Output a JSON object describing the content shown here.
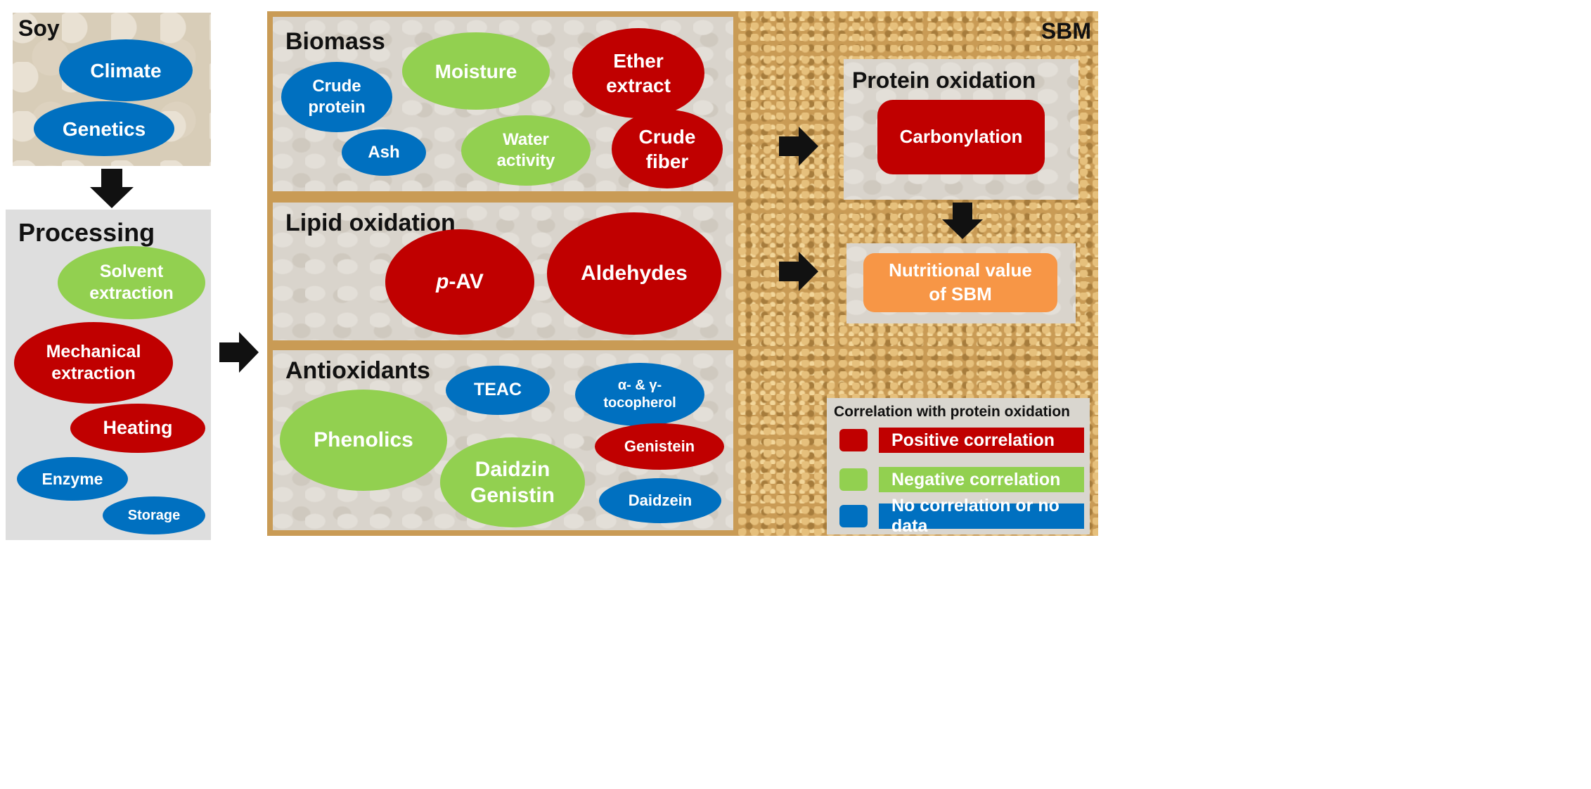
{
  "soy": {
    "title": "Soy",
    "items": [
      "Climate",
      "Genetics"
    ]
  },
  "processing": {
    "title": "Processing",
    "items": [
      "Solvent\nextraction",
      "Mechanical\nextraction",
      "Heating",
      "Enzyme",
      "Storage"
    ]
  },
  "biomass": {
    "title": "Biomass",
    "items": [
      "Crude\nprotein",
      "Moisture",
      "Ether\nextract",
      "Ash",
      "Water\nactivity",
      "Crude\nfiber"
    ]
  },
  "lipid": {
    "title": "Lipid oxidation",
    "items": [
      "p-AV",
      "Aldehydes"
    ]
  },
  "antioxidants": {
    "title": "Antioxidants",
    "items": [
      "TEAC",
      "α- & γ-\ntocopherol",
      "Phenolics",
      "Genistein",
      "Daidzin\nGenistin",
      "Daidzein"
    ]
  },
  "sbm": {
    "title": "SBM",
    "protein_title": "Protein oxidation",
    "carbonylation": "Carbonylation",
    "nutritional": "Nutritional  value\nof SBM"
  },
  "legend": {
    "title": "Correlation with protein oxidation",
    "items": [
      {
        "label": "Positive correlation",
        "color": "#c00000"
      },
      {
        "label": "Negative correlation",
        "color": "#92d050"
      },
      {
        "label": "No correlation or no data",
        "color": "#0070c0"
      }
    ]
  },
  "colors": {
    "red": "#c00000",
    "green": "#92d050",
    "blue": "#0070c0",
    "orange": "#f79646"
  }
}
